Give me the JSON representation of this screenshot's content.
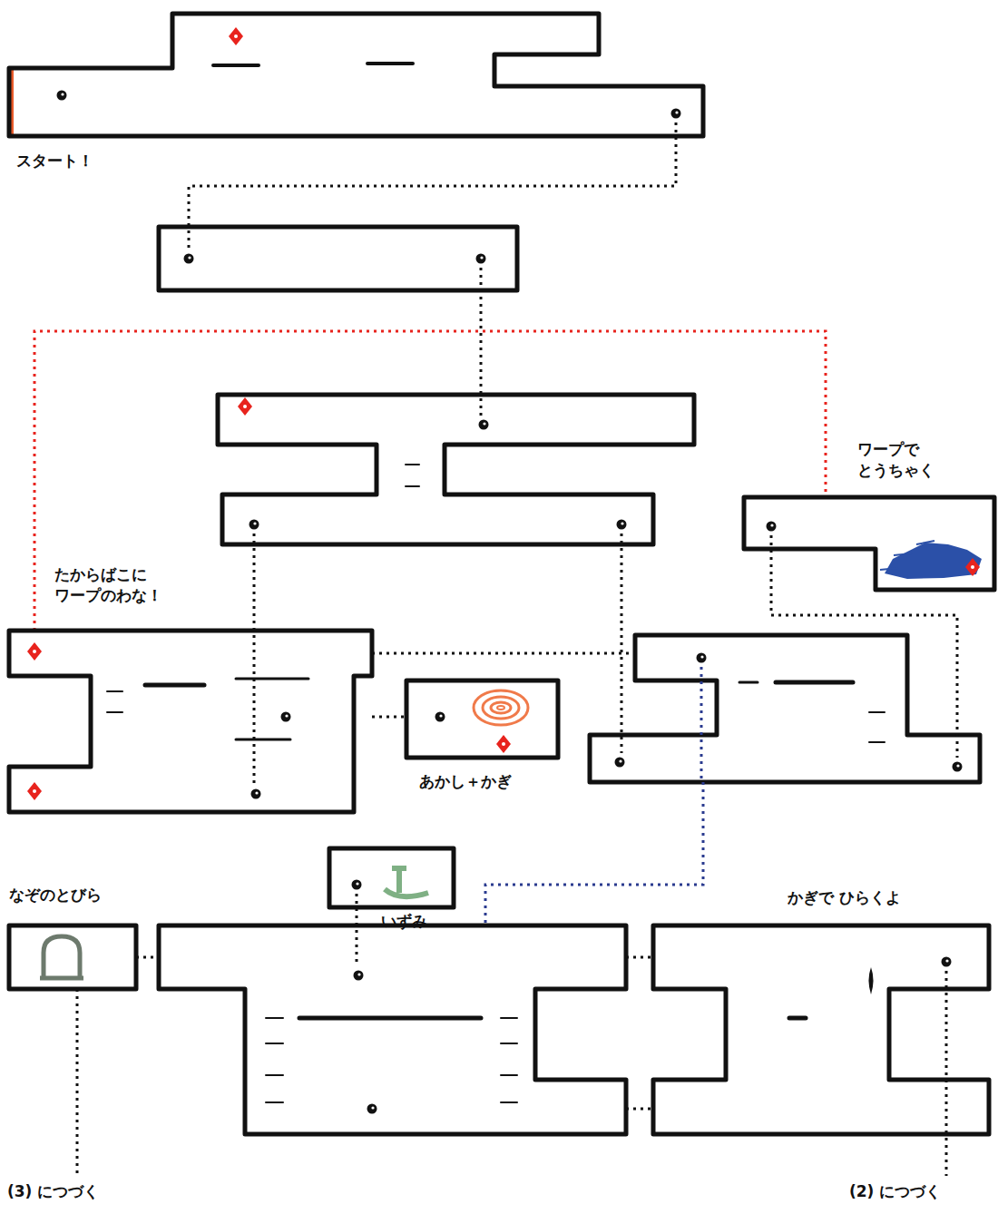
{
  "diagram": {
    "nodes": [
      {
        "text": [
          "スタート！"
        ]
      },
      {
        "text": [
          "ワープで とうちゃく"
        ]
      },
      {
        "text": [
          "たからばこに ワープのわな！"
        ]
      },
      {
        "text": [
          "あかし＋かぎ"
        ]
      },
      {
        "text": [
          "いずみ"
        ]
      },
      {
        "text": [
          "なぞのとびら"
        ]
      },
      {
        "text": [
          "かぎで ひらくよ"
        ]
      }
    ],
    "edges": [
      {
        "from": 2,
        "to": 3,
        "arrow": "none"
      },
      {
        "from": 2,
        "to": 1,
        "arrow": "none"
      }
    ],
    "labels": [
      "(3) につづく",
      "(2) につづく"
    ]
  }
}
